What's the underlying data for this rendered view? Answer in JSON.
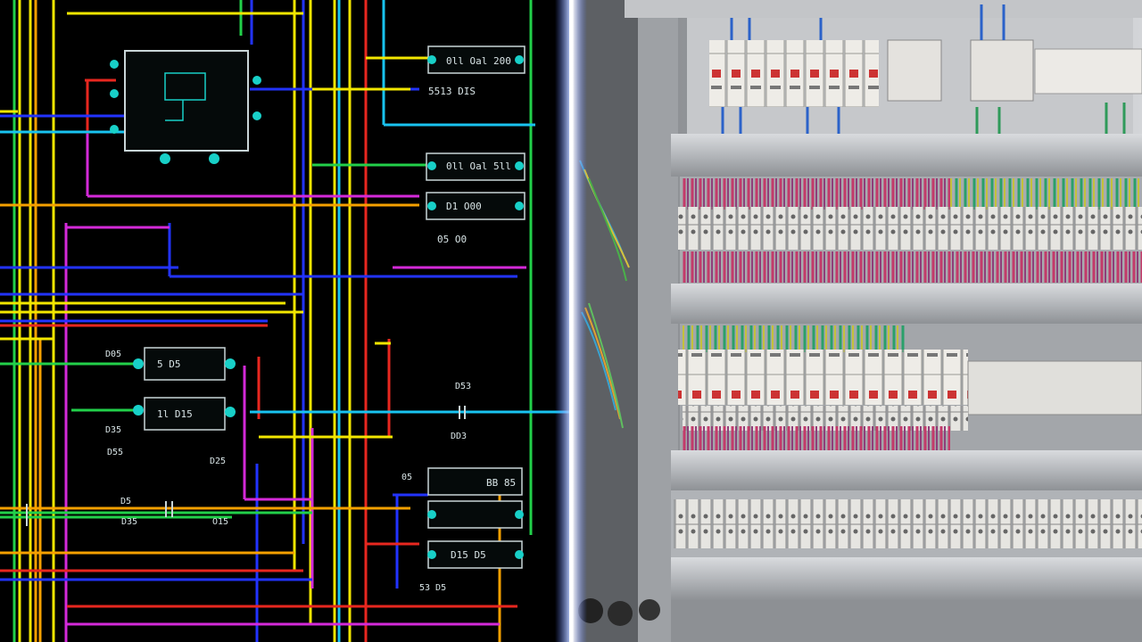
{
  "scene": {
    "left_half": "schematic",
    "right_half": "control-panel-photo",
    "divider": "glowing-vertical-line"
  },
  "colors": {
    "schematic_background": "#000000",
    "wire_yellow": "#f2e600",
    "wire_orange": "#f5a000",
    "wire_red": "#e8271f",
    "wire_blue": "#2233ff",
    "wire_cyan": "#19c3f0",
    "wire_green": "#22d04a",
    "wire_magenta": "#d42ad9",
    "component_outline": "#c9d6d8",
    "component_node": "#18d0c8",
    "divider_glow": "#a9c6ff",
    "cabinet_grey": "#b7b9bc",
    "rail_grey": "#c8cacd",
    "breaker_white": "#eeece7"
  },
  "labels": {
    "block_a_top": "0ll Oal 200",
    "block_a_bottom": "5513 DIS",
    "block_b_top": "0ll Oal 5ll",
    "block_c": "D1 O00",
    "block_d": "05 O0",
    "block_e": "5 D5",
    "block_f": "BB 85",
    "block_g": "1l D15",
    "block_h": "D15 D5",
    "tag_1": "D05",
    "tag_2": "D35",
    "tag_3": "D25",
    "tag_4": "DD3",
    "tag_5": "D53",
    "tag_6": "D5",
    "tag_7": "D35",
    "tag_8": "05",
    "tag_9": "O15",
    "tag_10": "D55",
    "tag_11": "53 D5"
  }
}
